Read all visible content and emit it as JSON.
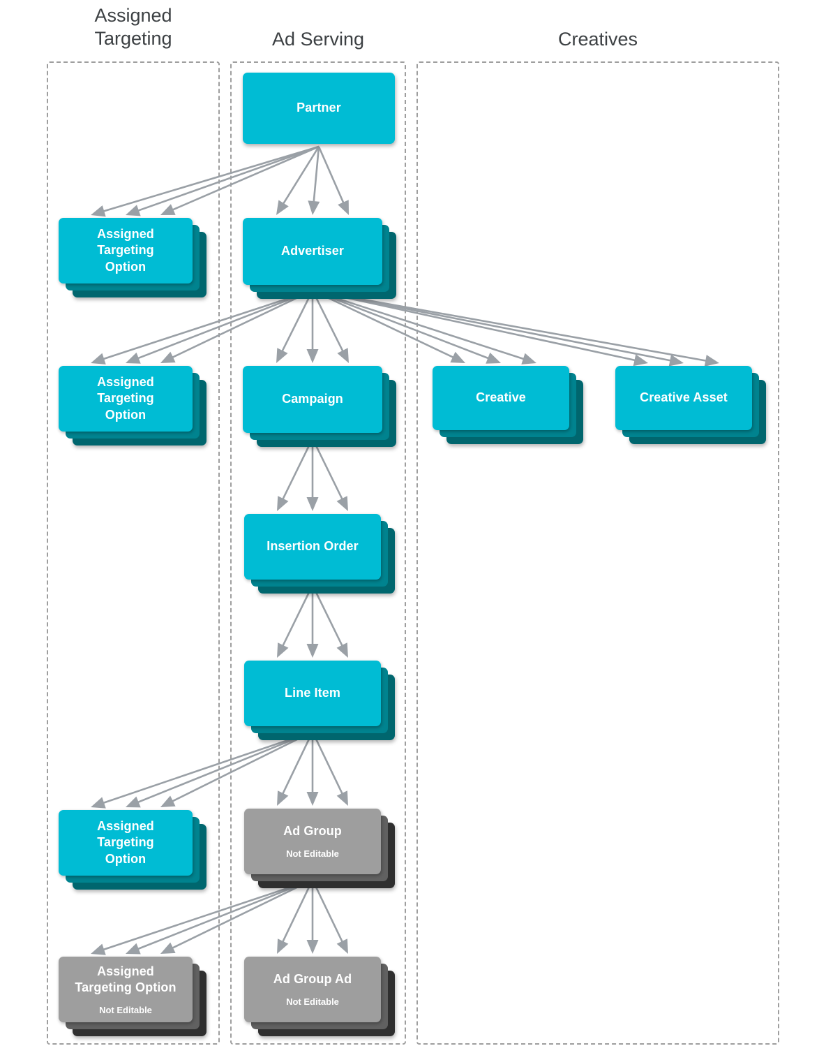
{
  "diagram": {
    "title_columns": [
      {
        "id": "assigned-targeting",
        "label": "Assigned\nTargeting",
        "label_line1": "Assigned",
        "label_line2": "Targeting"
      },
      {
        "id": "ad-serving",
        "label": "Ad Serving"
      },
      {
        "id": "creatives",
        "label": "Creatives"
      }
    ],
    "colors": {
      "node_front_active": "#00BCD4",
      "node_back1_active": "#00838F",
      "node_back2_active": "#00666E",
      "node_front_disabled": "#9E9E9E",
      "node_back1_disabled": "#616161",
      "node_back2_disabled": "#2F2F2F",
      "label_text": "#FFFFFF",
      "frame_border": "#9E9E9E",
      "arrow": "#9AA0A6",
      "title_text": "#3C4043",
      "background": "#FFFFFF"
    },
    "not_editable_text": "Not Editable",
    "nodes": [
      {
        "id": "partner",
        "label": "Partner",
        "column": "ad-serving",
        "state": "editable",
        "stacked": false,
        "sub": ""
      },
      {
        "id": "ato-partner",
        "label": "Assigned Targeting Option",
        "column": "assigned-targeting",
        "state": "editable",
        "stacked": true,
        "sub": ""
      },
      {
        "id": "advertiser",
        "label": "Advertiser",
        "column": "ad-serving",
        "state": "editable",
        "stacked": true,
        "sub": ""
      },
      {
        "id": "ato-advertiser",
        "label": "Assigned Targeting Option",
        "column": "assigned-targeting",
        "state": "editable",
        "stacked": true,
        "sub": ""
      },
      {
        "id": "campaign",
        "label": "Campaign",
        "column": "ad-serving",
        "state": "editable",
        "stacked": true,
        "sub": ""
      },
      {
        "id": "creative",
        "label": "Creative",
        "column": "creatives",
        "state": "editable",
        "stacked": true,
        "sub": ""
      },
      {
        "id": "creative-asset",
        "label": "Creative Asset",
        "column": "creatives",
        "state": "editable",
        "stacked": true,
        "sub": ""
      },
      {
        "id": "insertion-order",
        "label": "Insertion Order",
        "column": "ad-serving",
        "state": "editable",
        "stacked": true,
        "sub": ""
      },
      {
        "id": "line-item",
        "label": "Line Item",
        "column": "ad-serving",
        "state": "editable",
        "stacked": true,
        "sub": ""
      },
      {
        "id": "ato-line-item",
        "label": "Assigned Targeting Option",
        "column": "assigned-targeting",
        "state": "editable",
        "stacked": true,
        "sub": ""
      },
      {
        "id": "ad-group",
        "label": "Ad Group",
        "column": "ad-serving",
        "state": "not-editable",
        "stacked": true,
        "sub": "Not Editable"
      },
      {
        "id": "ato-ad-group",
        "label": "Assigned Targeting Option",
        "column": "assigned-targeting",
        "state": "not-editable",
        "stacked": true,
        "sub": "Not Editable"
      },
      {
        "id": "ad-group-ad",
        "label": "Ad Group Ad",
        "column": "ad-serving",
        "state": "not-editable",
        "stacked": true,
        "sub": "Not Editable"
      }
    ],
    "edges": [
      {
        "from": "partner",
        "to": "ato-partner"
      },
      {
        "from": "partner",
        "to": "advertiser"
      },
      {
        "from": "advertiser",
        "to": "ato-advertiser"
      },
      {
        "from": "advertiser",
        "to": "campaign"
      },
      {
        "from": "advertiser",
        "to": "creative"
      },
      {
        "from": "advertiser",
        "to": "creative-asset"
      },
      {
        "from": "campaign",
        "to": "insertion-order"
      },
      {
        "from": "insertion-order",
        "to": "line-item"
      },
      {
        "from": "line-item",
        "to": "ato-line-item"
      },
      {
        "from": "line-item",
        "to": "ad-group"
      },
      {
        "from": "ad-group",
        "to": "ato-ad-group"
      },
      {
        "from": "ad-group",
        "to": "ad-group-ad"
      }
    ]
  }
}
